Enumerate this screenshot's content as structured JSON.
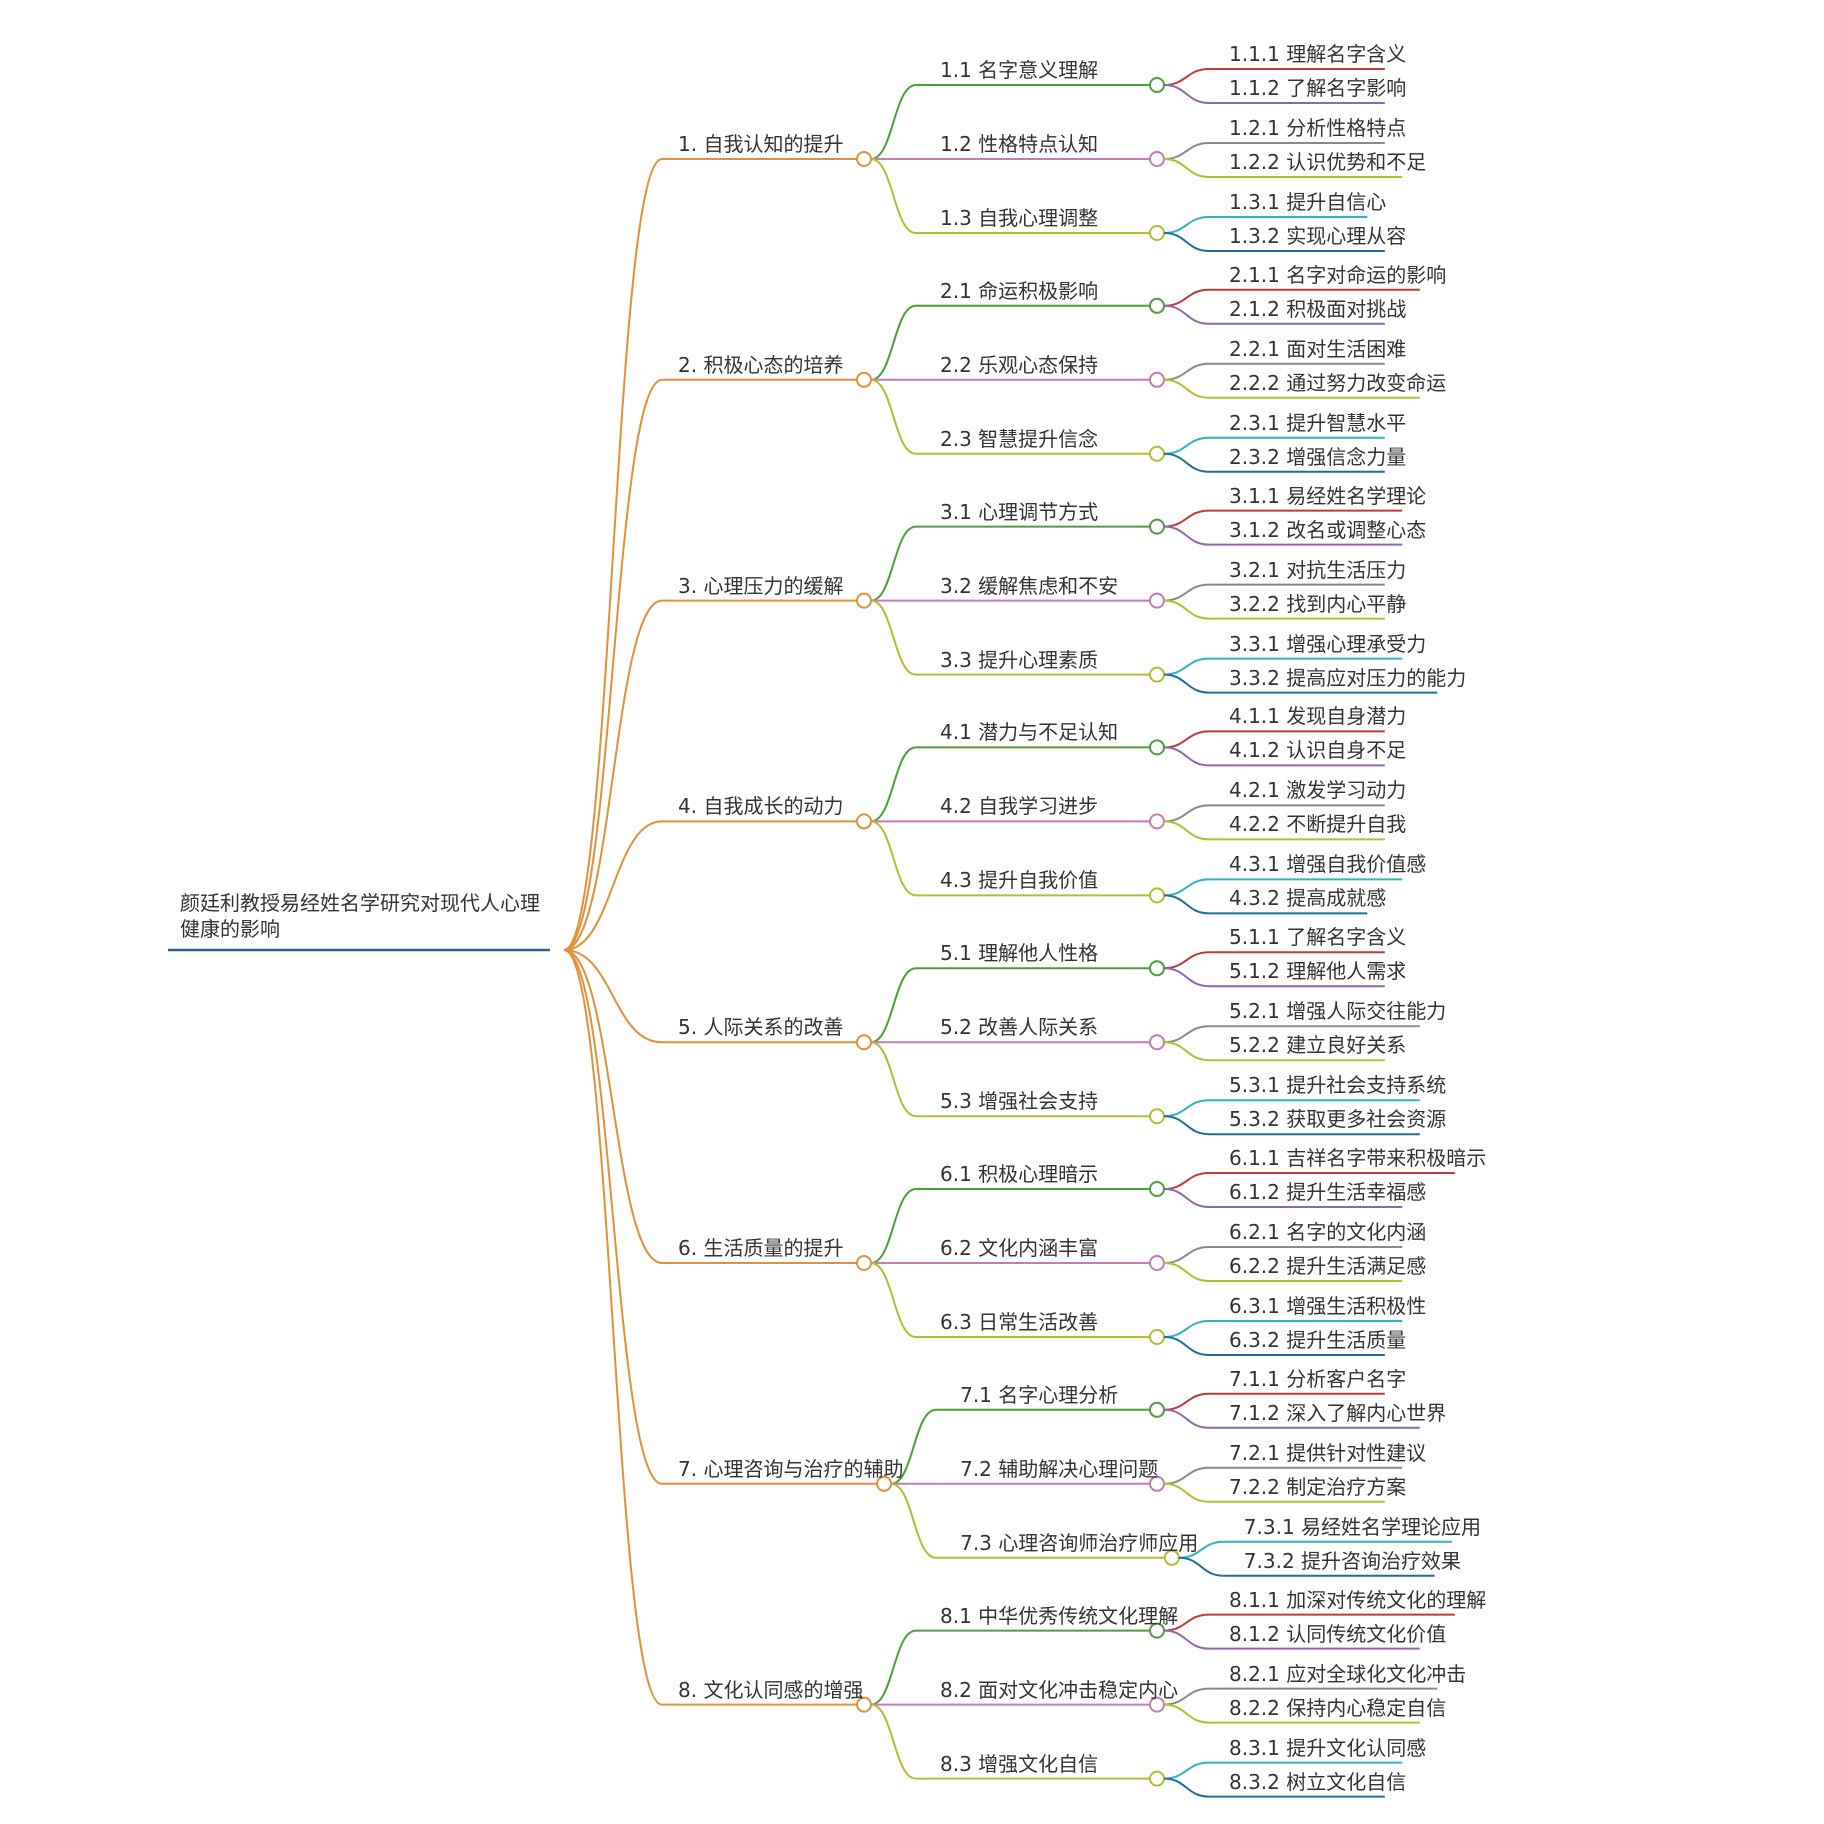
{
  "root": {
    "title": "颜廷利教授易经姓名学研究对现代人心理健康的影响"
  },
  "colors": {
    "root": "#2f5f8a",
    "level1": "#e0913a",
    "level2_cycle": [
      "#4c9e3c",
      "#c67ab8",
      "#b6bc2e"
    ],
    "level3_cycle": [
      [
        "#c2383a",
        "#8e67b0"
      ],
      [
        "#8a8a8a",
        "#b6bc2e"
      ],
      [
        "#2fb4c4",
        "#1f6e99"
      ]
    ],
    "text": "#333333"
  },
  "branches": [
    {
      "label": "1. 自我认知的提升",
      "children": [
        {
          "label": "1.1 名字意义理解",
          "children": [
            "1.1.1 理解名字含义",
            "1.1.2 了解名字影响"
          ]
        },
        {
          "label": "1.2 性格特点认知",
          "children": [
            "1.2.1 分析性格特点",
            "1.2.2 认识优势和不足"
          ]
        },
        {
          "label": "1.3 自我心理调整",
          "children": [
            "1.3.1 提升自信心",
            "1.3.2 实现心理从容"
          ]
        }
      ]
    },
    {
      "label": "2. 积极心态的培养",
      "children": [
        {
          "label": "2.1 命运积极影响",
          "children": [
            "2.1.1 名字对命运的影响",
            "2.1.2 积极面对挑战"
          ]
        },
        {
          "label": "2.2 乐观心态保持",
          "children": [
            "2.2.1 面对生活困难",
            "2.2.2 通过努力改变命运"
          ]
        },
        {
          "label": "2.3 智慧提升信念",
          "children": [
            "2.3.1 提升智慧水平",
            "2.3.2 增强信念力量"
          ]
        }
      ]
    },
    {
      "label": "3. 心理压力的缓解",
      "children": [
        {
          "label": "3.1 心理调节方式",
          "children": [
            "3.1.1 易经姓名学理论",
            "3.1.2 改名或调整心态"
          ]
        },
        {
          "label": "3.2 缓解焦虑和不安",
          "children": [
            "3.2.1 对抗生活压力",
            "3.2.2 找到内心平静"
          ]
        },
        {
          "label": "3.3 提升心理素质",
          "children": [
            "3.3.1 增强心理承受力",
            "3.3.2 提高应对压力的能力"
          ]
        }
      ]
    },
    {
      "label": "4. 自我成长的动力",
      "children": [
        {
          "label": "4.1 潜力与不足认知",
          "children": [
            "4.1.1 发现自身潜力",
            "4.1.2 认识自身不足"
          ]
        },
        {
          "label": "4.2 自我学习进步",
          "children": [
            "4.2.1 激发学习动力",
            "4.2.2 不断提升自我"
          ]
        },
        {
          "label": "4.3 提升自我价值",
          "children": [
            "4.3.1 增强自我价值感",
            "4.3.2 提高成就感"
          ]
        }
      ]
    },
    {
      "label": "5. 人际关系的改善",
      "children": [
        {
          "label": "5.1 理解他人性格",
          "children": [
            "5.1.1 了解名字含义",
            "5.1.2 理解他人需求"
          ]
        },
        {
          "label": "5.2 改善人际关系",
          "children": [
            "5.2.1 增强人际交往能力",
            "5.2.2 建立良好关系"
          ]
        },
        {
          "label": "5.3 增强社会支持",
          "children": [
            "5.3.1 提升社会支持系统",
            "5.3.2 获取更多社会资源"
          ]
        }
      ]
    },
    {
      "label": "6. 生活质量的提升",
      "children": [
        {
          "label": "6.1 积极心理暗示",
          "children": [
            "6.1.1 吉祥名字带来积极暗示",
            "6.1.2 提升生活幸福感"
          ]
        },
        {
          "label": "6.2 文化内涵丰富",
          "children": [
            "6.2.1 名字的文化内涵",
            "6.2.2 提升生活满足感"
          ]
        },
        {
          "label": "6.3 日常生活改善",
          "children": [
            "6.3.1 增强生活积极性",
            "6.3.2 提升生活质量"
          ]
        }
      ]
    },
    {
      "label": "7. 心理咨询与治疗的辅助",
      "children": [
        {
          "label": "7.1 名字心理分析",
          "children": [
            "7.1.1 分析客户名字",
            "7.1.2 深入了解内心世界"
          ]
        },
        {
          "label": "7.2 辅助解决心理问题",
          "children": [
            "7.2.1 提供针对性建议",
            "7.2.2 制定治疗方案"
          ]
        },
        {
          "label": "7.3 心理咨询师治疗师应用",
          "children": [
            "7.3.1 易经姓名学理论应用",
            "7.3.2 提升咨询治疗效果"
          ]
        }
      ]
    },
    {
      "label": "8. 文化认同感的增强",
      "children": [
        {
          "label": "8.1 中华优秀传统文化理解",
          "children": [
            "8.1.1 加深对传统文化的理解",
            "8.1.2 认同传统文化价值"
          ]
        },
        {
          "label": "8.2 面对文化冲击稳定内心",
          "children": [
            "8.2.1 应对全球化文化冲击",
            "8.2.2 保持内心稳定自信"
          ]
        },
        {
          "label": "8.3 增强文化自信",
          "children": [
            "8.3.1 提升文化认同感",
            "8.3.2 树立文化自信"
          ]
        }
      ]
    }
  ]
}
